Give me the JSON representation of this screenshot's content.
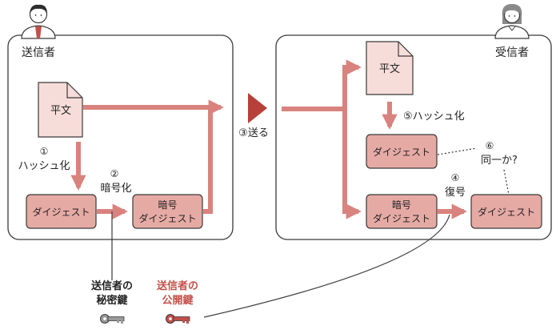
{
  "sender": {
    "label": "送信者"
  },
  "receiver": {
    "label": "受信者"
  },
  "steps": {
    "s1_num": "①",
    "s1_text": "ハッシュ化",
    "s2_num": "②",
    "s2_text": "暗号化",
    "s3": "③送る",
    "s4_num": "④",
    "s4_text": "復号",
    "s5": "⑤ハッシュ化",
    "s6_num": "⑥",
    "s6_text": "同一か?"
  },
  "boxes": {
    "plaintext": "平文",
    "digest": "ダイジェスト",
    "encrypted_line1": "暗号",
    "encrypted_line2": "ダイジェスト"
  },
  "keys": {
    "private_line1": "送信者の",
    "private_line2": "秘密鍵",
    "public_line1": "送信者の",
    "public_line2": "公開鍵"
  },
  "colors": {
    "arrow": "#d9837e",
    "box_fill": "#e6aaa5",
    "doc_fill": "#f7ddd9",
    "border": "#3a3a3a",
    "public_key_text": "#c3504a",
    "send_arrow": "#b8403a"
  }
}
